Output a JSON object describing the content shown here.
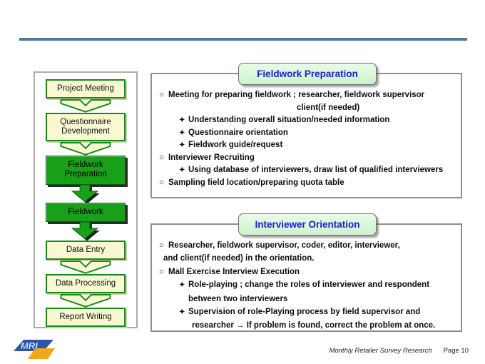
{
  "slide": {
    "footer": {
      "document_title": "Monthly Retailer Survey Research",
      "page_label": "Page 10"
    },
    "logo_text": "MRI",
    "accent_colors": {
      "top_rule": "#4b7ba5",
      "flow_green": "#18a018",
      "flow_cream": "#f8f8d2",
      "flow_green_border": "#1a8a1a",
      "section_title_text": "#1c1ccc",
      "section_title_bg": "#d9f7d9",
      "logo_blue": "#2a57a5",
      "logo_yellow": "#f3a71c"
    }
  },
  "flowchart": {
    "steps": [
      {
        "label": "Project Meeting",
        "style": "cream"
      },
      {
        "label": "Questionnaire Development",
        "style": "cream"
      },
      {
        "label": "Fieldwork Preparation",
        "style": "green"
      },
      {
        "label": "Fieldwork",
        "style": "green"
      },
      {
        "label": "Data Entry",
        "style": "cream"
      },
      {
        "label": "Data Processing",
        "style": "cream"
      },
      {
        "label": "Report Writing",
        "style": "cream"
      }
    ]
  },
  "sections": [
    {
      "title": "Fieldwork Preparation",
      "lines": [
        {
          "bullet": "○",
          "text": "Meeting for preparing fieldwork ; researcher, fieldwork supervisor"
        },
        {
          "bullet": "",
          "text": "client(if needed)"
        },
        {
          "bullet": "✦",
          "text": "Understanding overall situation/needed information"
        },
        {
          "bullet": "✦",
          "text": "Questionnaire orientation"
        },
        {
          "bullet": "✦",
          "text": "Fieldwork guide/request"
        },
        {
          "bullet": "○",
          "text": "Interviewer Recruiting"
        },
        {
          "bullet": "✦",
          "text": "Using database of interviewers, draw list of qualified interviewers"
        },
        {
          "bullet": "○",
          "text": "Sampling field location/preparing quota table"
        }
      ]
    },
    {
      "title": "Interviewer Orientation",
      "lines": [
        {
          "bullet": "○",
          "text": "Researcher, fieldwork supervisor, coder, editor, interviewer,"
        },
        {
          "bullet": "",
          "text": "and client(if needed) in the orientation."
        },
        {
          "bullet": "○",
          "text": "Mall Exercise Interview Execution"
        },
        {
          "bullet": "✦",
          "text": "Role-playing ; change the roles of interviewer and respondent"
        },
        {
          "bullet": "",
          "text": "between two interviewers"
        },
        {
          "bullet": "✦",
          "text": "Supervision of role-Playing process by field supervisor and"
        },
        {
          "bullet": "",
          "text": "researcher → If problem is found, correct the problem at once."
        }
      ]
    }
  ]
}
